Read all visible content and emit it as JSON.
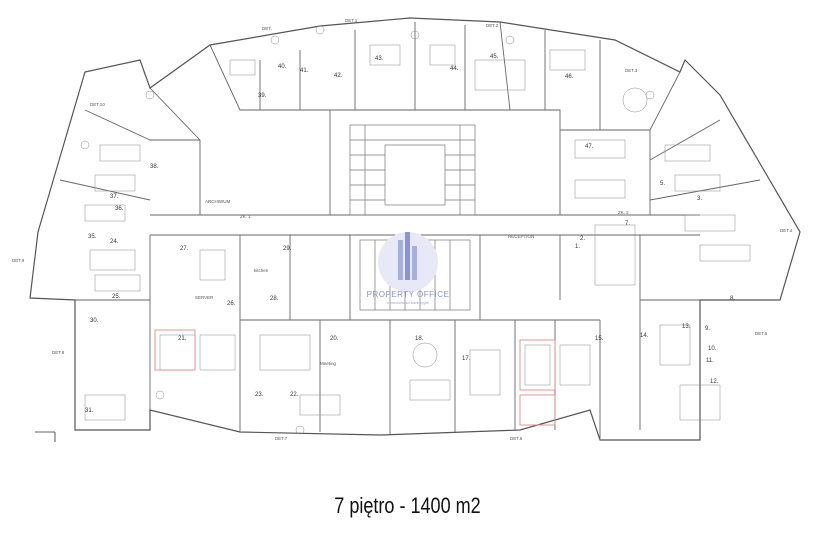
{
  "caption": "7 piętro - 1400 m2",
  "watermark": {
    "brand": "PROPERTY OFFICE",
    "tagline": "nieruchomości komercyjne"
  },
  "rooms": {
    "r1": "1.",
    "r2": "2.",
    "r3": "3.",
    "r5": "5.",
    "r7": "7.",
    "r8": "8.",
    "r9": "9.",
    "r10": "10.",
    "r11": "11.",
    "r12": "12.",
    "r13": "13.",
    "r14": "14.",
    "r15": "15.",
    "r17": "17.",
    "r18": "18.",
    "r20": "20.",
    "r21": "21.",
    "r22": "22.",
    "r23": "23.",
    "r24": "24.",
    "r25": "25.",
    "r26": "26.",
    "r27": "27.",
    "r28": "28.",
    "r29": "29.",
    "r30": "30.",
    "r31": "31.",
    "r35": "35.",
    "r36": "36.",
    "r37": "37.",
    "r38": "38.",
    "r39": "39.",
    "r40": "40.",
    "r41": "41.",
    "r42": "42.",
    "r43": "43.",
    "r44": "44.",
    "r45": "45.",
    "r46": "46.",
    "r47": "47."
  },
  "labels": {
    "reception": "RECEPTION",
    "server": "SERVER",
    "kitchen": "kitchen",
    "meeting": "Meeting",
    "archive": "ARCHIWUM",
    "zk1": "ZK. 1",
    "zk2": "ZK. 2",
    "det": "DET.",
    "det1": "DET.1",
    "det2": "DET.2",
    "det3": "DET.3",
    "det4": "DET.4",
    "det5": "DET.5",
    "det6": "DET.6",
    "det7": "DET.7",
    "det8": "DET.8",
    "det9": "DET.9",
    "det10": "DET.10"
  }
}
